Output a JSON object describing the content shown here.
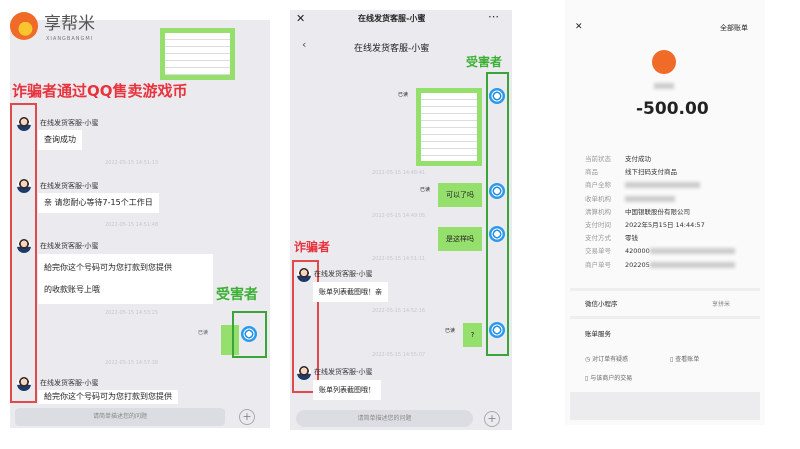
{
  "brand": {
    "name": "享帮米",
    "sub": "XIANGBANGMI"
  },
  "captions": {
    "left": "诈骗者通过QQ售卖游戏币",
    "victim": "受害者",
    "scammer": "诈骗者"
  },
  "colors": {
    "scam": "#e8323c",
    "victim": "#3cb034",
    "bubble_self": "#95e06c"
  },
  "chat1": {
    "agent": "在线发货客服-小蜜",
    "messages": [
      "查询成功",
      "亲 请您耐心等待7-15个工作日",
      "給完你这个号码可为您打款到您提供",
      "的收款账号上哦",
      "給完你这个号码可为您打款到您提供"
    ],
    "read": "已读",
    "input_placeholder": "请简单描述您的问题"
  },
  "chat2": {
    "window_title": "在线发货客服-小蜜",
    "title": "在线发货客服-小蜜",
    "agent": "在线发货客服-小蜜",
    "self_messages": [
      "可以了吗",
      "是这样吗",
      "?"
    ],
    "agent_messages": [
      "账单列表截图哦！亲",
      "账单列表截图哦！"
    ],
    "read": "已读",
    "input_placeholder": "请简单描述您的问题"
  },
  "bill": {
    "header": "全部账单",
    "amount": "-500.00",
    "rows": [
      {
        "label": "当前状态",
        "value": "支付成功"
      },
      {
        "label": "商品",
        "value": "线下扫码支付商品"
      },
      {
        "label": "商户全称",
        "value": ""
      },
      {
        "label": "收单机构",
        "value": ""
      },
      {
        "label": "清算机构",
        "value": "中国银联股份有限公司"
      },
      {
        "label": "支付时间",
        "value": "2022年5月15日 14:44:57"
      },
      {
        "label": "支付方式",
        "value": "零钱"
      },
      {
        "label": "交易单号",
        "value": "420000"
      },
      {
        "label": "商户单号",
        "value": "202205"
      }
    ],
    "mini_program": "微信小程序",
    "mini_program_right": "享拼米",
    "services_title": "账单服务",
    "services": [
      "对订单有疑惑",
      "查看账单",
      "与该商户的交易"
    ]
  }
}
